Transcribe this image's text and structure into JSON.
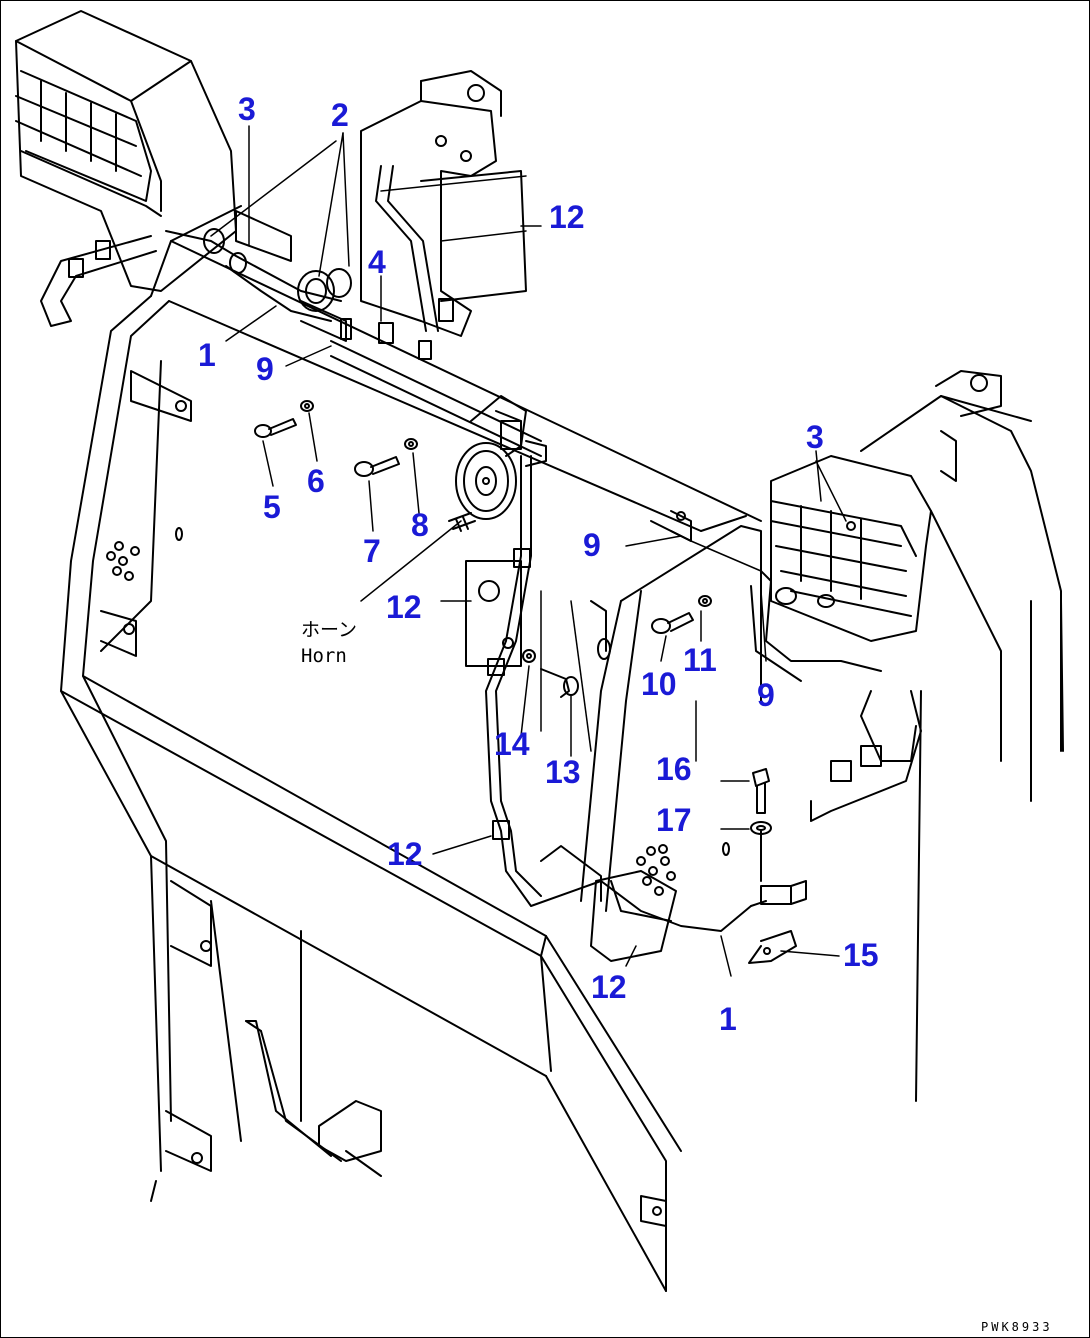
{
  "diagram": {
    "drawing_code": "PWK8933",
    "horn_label_jp": "ホーン",
    "horn_label_en": "Horn",
    "ink_color": "#000000",
    "callout_color": "#1a1ad6",
    "callouts": [
      {
        "id": "c-1a",
        "text": "1"
      },
      {
        "id": "c-2",
        "text": "2"
      },
      {
        "id": "c-3a",
        "text": "3"
      },
      {
        "id": "c-12a",
        "text": "12"
      },
      {
        "id": "c-4",
        "text": "4"
      },
      {
        "id": "c-9a",
        "text": "9"
      },
      {
        "id": "c-5",
        "text": "5"
      },
      {
        "id": "c-6",
        "text": "6"
      },
      {
        "id": "c-7",
        "text": "7"
      },
      {
        "id": "c-8",
        "text": "8"
      },
      {
        "id": "c-3b",
        "text": "3"
      },
      {
        "id": "c-9b",
        "text": "9"
      },
      {
        "id": "c-12b",
        "text": "12"
      },
      {
        "id": "c-10",
        "text": "10"
      },
      {
        "id": "c-11",
        "text": "11"
      },
      {
        "id": "c-9c",
        "text": "9"
      },
      {
        "id": "c-14",
        "text": "14"
      },
      {
        "id": "c-13",
        "text": "13"
      },
      {
        "id": "c-16",
        "text": "16"
      },
      {
        "id": "c-17",
        "text": "17"
      },
      {
        "id": "c-12c",
        "text": "12"
      },
      {
        "id": "c-15",
        "text": "15"
      },
      {
        "id": "c-12d",
        "text": "12"
      },
      {
        "id": "c-1b",
        "text": "1"
      }
    ]
  }
}
